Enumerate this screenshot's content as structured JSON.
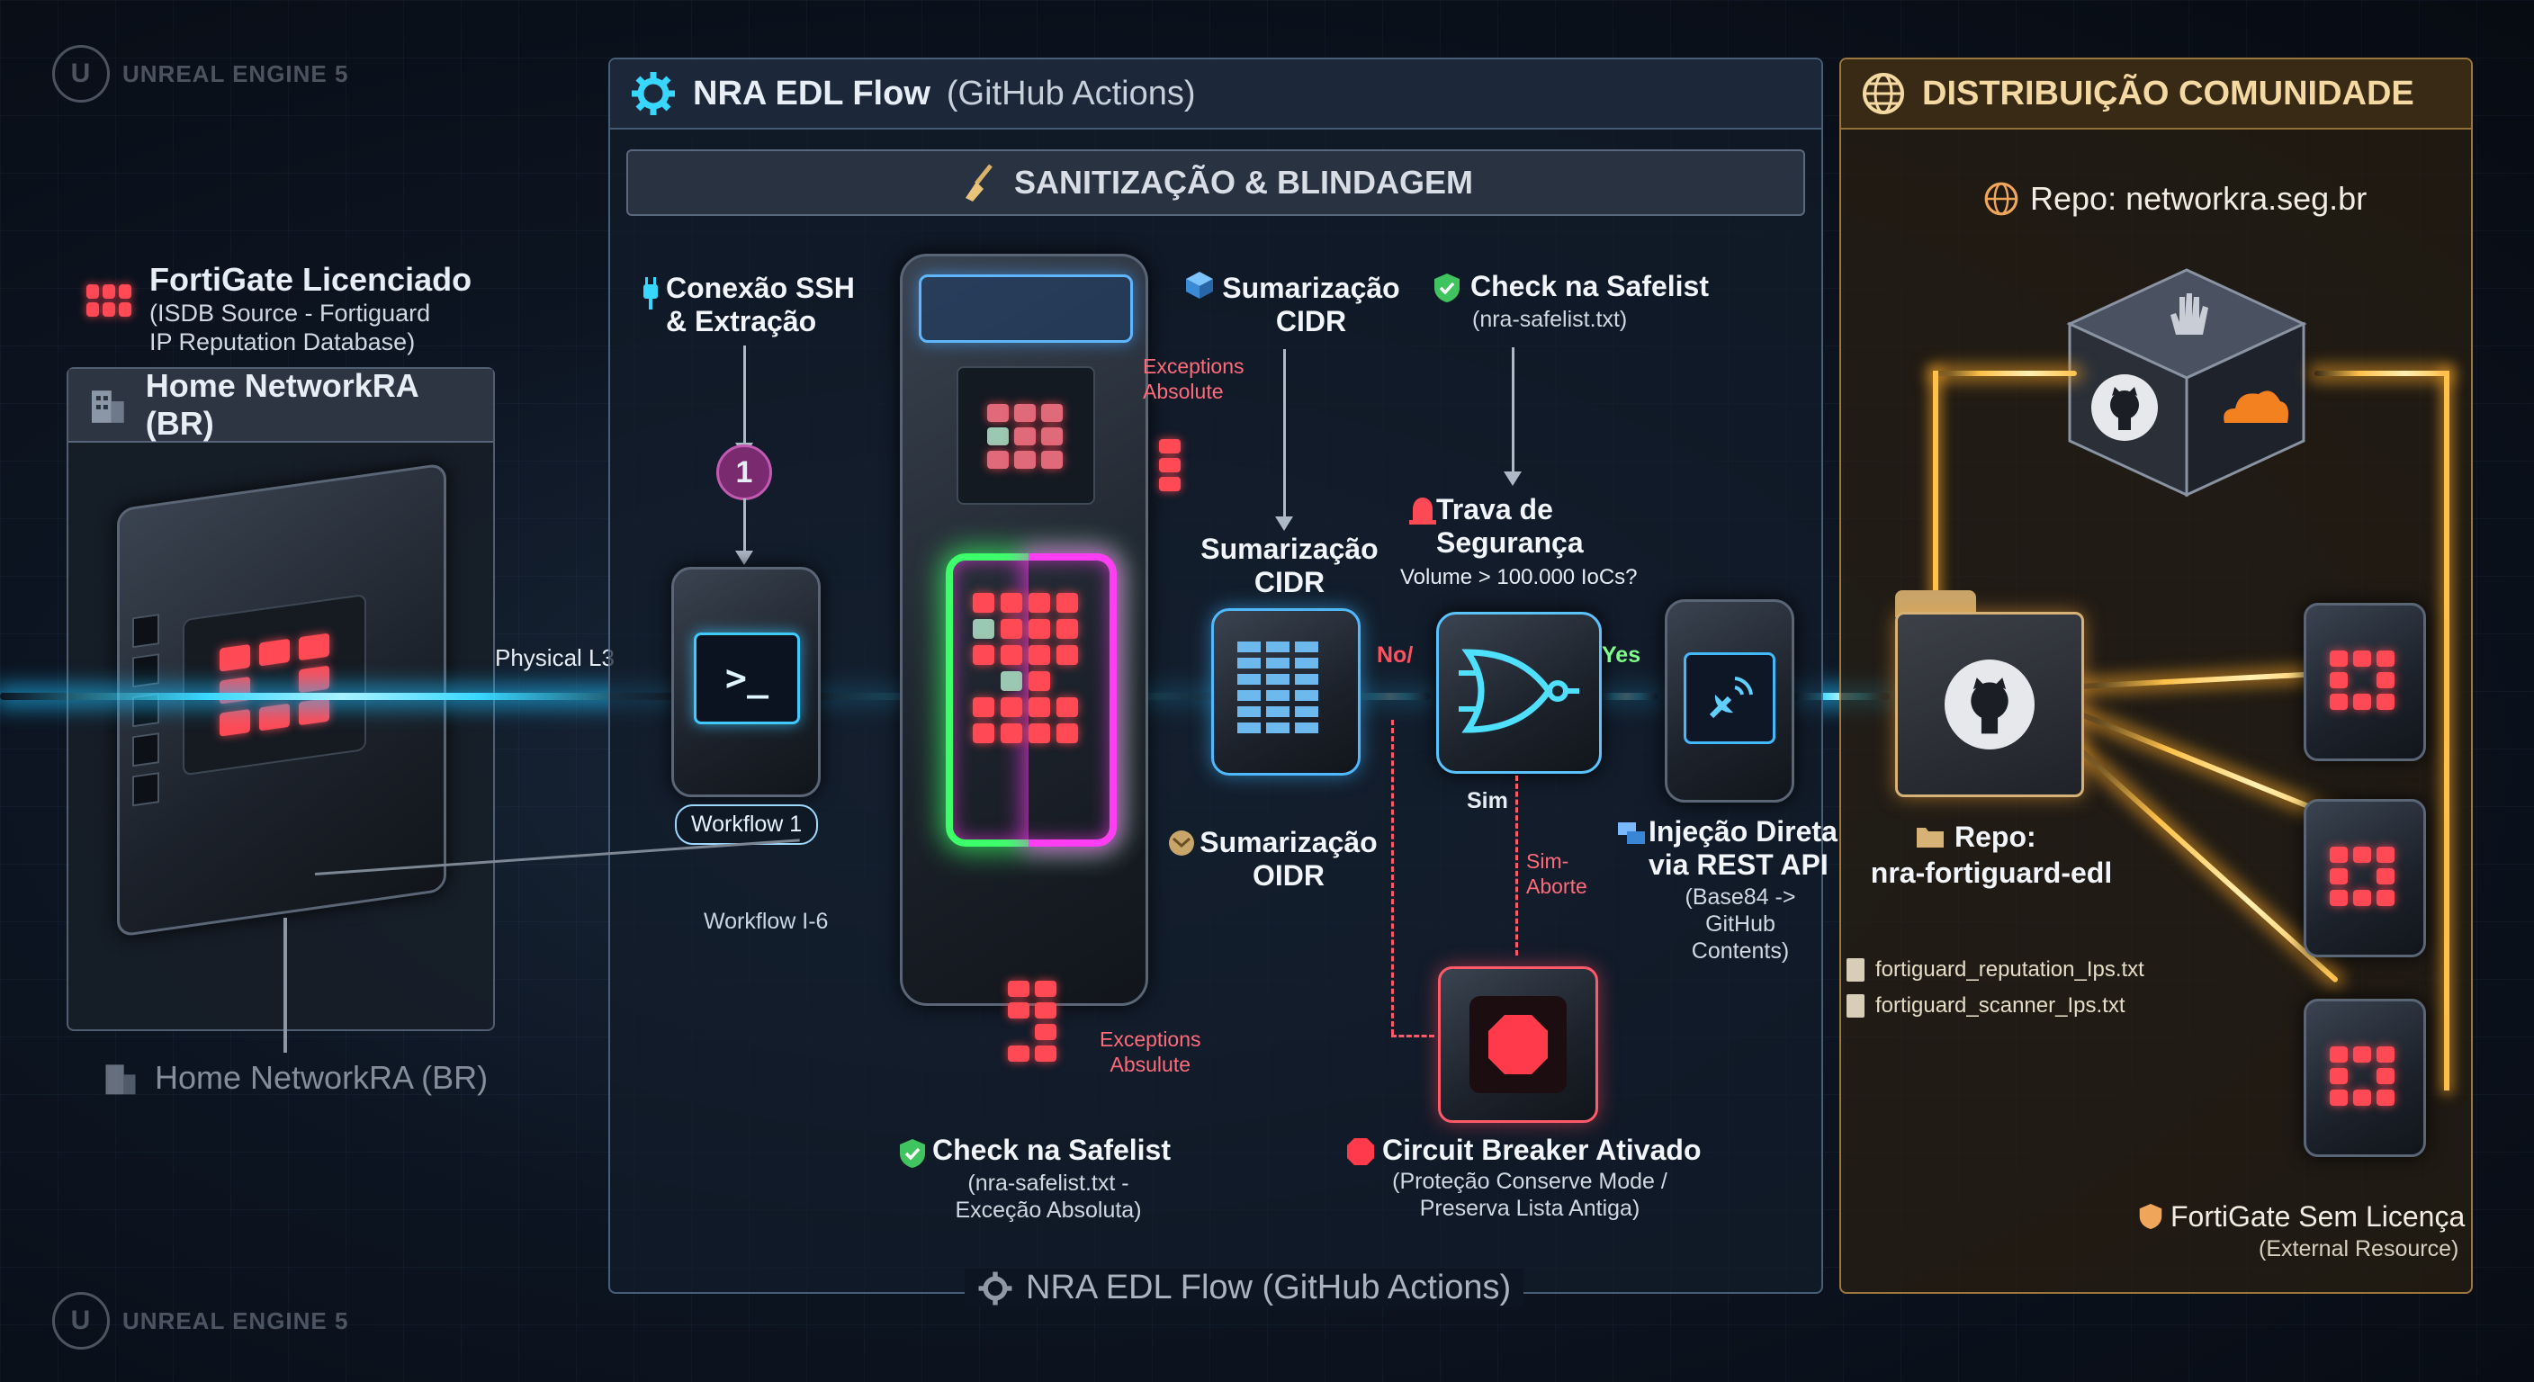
{
  "watermarks": {
    "top": "UNREAL ENGINE 5",
    "bottom": "UNREAL ENGINE 5"
  },
  "left_source": {
    "title": "FortiGate Licenciado",
    "subtitle": "(ISDB Source - Fortiguard\nIP Reputation Database)",
    "card_title": "Home NetworkRA (BR)",
    "bottom_label": "Home NetworkRA (BR)",
    "physical_label": "Physical L3"
  },
  "main_panel": {
    "title": "NRA EDL Flow",
    "title_suffix": "(GitHub Actions)",
    "section_title": "SANITIZAÇÃO & BLINDAGEM",
    "footer_title": "NRA EDL Flow (GitHub Actions)"
  },
  "steps": {
    "ssh": "Conexão SSH\n& Extração",
    "step_number": "1",
    "workflow_1": "Workflow 1",
    "workflow_1_6": "Workflow I-6",
    "exceptions_top": "Exceptions\nAbsolute",
    "exceptions_bottom": "Exceptions\nAbsulute",
    "sumarizacao_top": "Sumarização\nCIDR",
    "sumarizacao_mid": "Sumarização\nCIDR",
    "sumarizacao_oidr": "Sumarização\nOIDR",
    "safelist_top_title": "Check na Safelist",
    "safelist_top_sub": "(nra-safelist.txt)",
    "trava_title": "Trava de\nSegurança",
    "trava_sub": "Volume > 100.000 IoCs?",
    "no_label": "No/",
    "yes_label": "Yes",
    "sim_label": "Sim",
    "sim_aborte": "Sim-\nAborte",
    "injecao_title": "Injeção Direta\nvia REST API",
    "injecao_sub": "(Base84 -> GitHub\nContents)",
    "safelist_bottom_title": "Check na Safelist",
    "safelist_bottom_sub": "(nra-safelist.txt -\nExceção Absoluta)",
    "circuit_title": "Circuit Breaker Ativado",
    "circuit_sub": "(Proteção Conserve Mode /\nPreserva Lista Antiga)"
  },
  "distribution": {
    "title": "DISTRIBUIÇÃO COMUNIDADE",
    "repo_url": "Repo: networkra.seg.br",
    "repo_name_label": "Repo:",
    "repo_name": "nra-fortiguard-edl",
    "files": [
      "fortiguard_reputation_Ips.txt",
      "fortiguard_scanner_Ips.txt"
    ],
    "fortigate_title": "FortiGate Sem Licença",
    "fortigate_sub": "(External Resource)"
  },
  "colors": {
    "cyan": "#38d7ff",
    "gold": "#ffc14a",
    "red": "#ff4a55",
    "green": "#3dff6a",
    "magenta": "#ff3df2"
  },
  "icons": [
    "unreal-engine-icon",
    "fortinet-icon",
    "building-icon",
    "gear-icon",
    "broom-icon",
    "plug-icon",
    "cube-icon",
    "shield-check-icon",
    "alarm-icon",
    "terminal-icon",
    "nor-gate-icon",
    "satellite-icon",
    "stop-icon",
    "globe-icon",
    "github-icon",
    "cloudflare-icon",
    "hand-icon",
    "folder-icon",
    "file-icon"
  ]
}
